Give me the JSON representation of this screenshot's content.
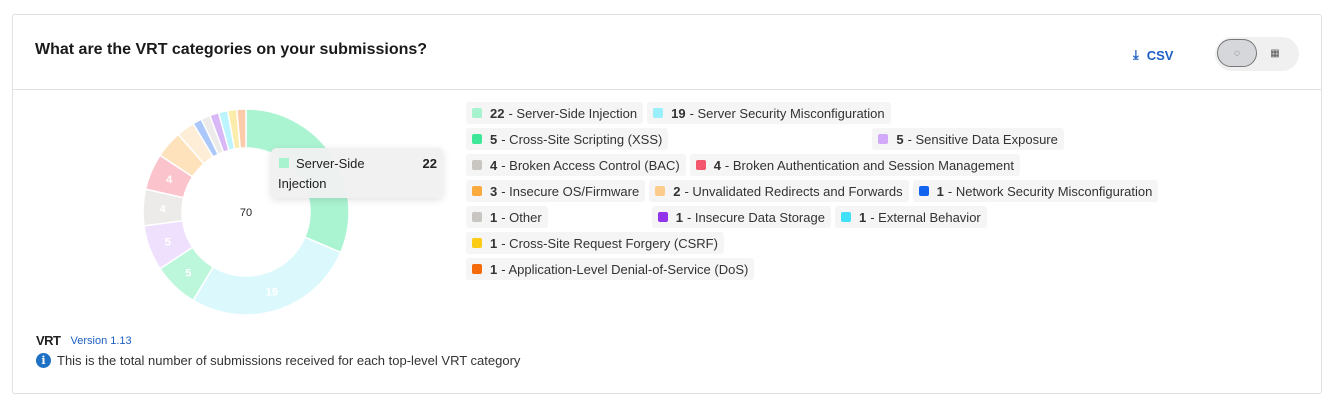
{
  "header": {
    "title": "What are the VRT categories on your submissions?",
    "csv_label": "CSV",
    "view_toggle": [
      "donut",
      "table"
    ]
  },
  "chart_data": {
    "type": "pie",
    "variant": "donut",
    "total": 70,
    "center_label": "70",
    "categories": [
      "Server-Side Injection",
      "Server Security Misconfiguration",
      "Cross-Site Scripting (XSS)",
      "Sensitive Data Exposure",
      "Broken Access Control (BAC)",
      "Broken Authentication and Session Management",
      "Insecure OS/Firmware",
      "Unvalidated Redirects and Forwards",
      "Network Security Misconfiguration",
      "Other",
      "Insecure Data Storage",
      "External Behavior",
      "Cross-Site Request Forgery (CSRF)",
      "Application-Level Denial-of-Service (DoS)"
    ],
    "values": [
      22,
      19,
      5,
      5,
      4,
      4,
      3,
      2,
      1,
      1,
      1,
      1,
      1,
      1
    ],
    "colors": [
      "#a7f3d0",
      "#99effa",
      "#3fe898",
      "#d1a9f8",
      "#c9c5c1",
      "#f4566d",
      "#fbab3d",
      "#fdcb8b",
      "#1262f0",
      "#c9c5c1",
      "#9334ea",
      "#3fe0f8",
      "#facc15",
      "#f56a0a"
    ],
    "legend_position": "right",
    "tooltip": {
      "name_line1": "Server-Side",
      "name_line2": "Injection",
      "value": "22"
    }
  },
  "footer": {
    "logo": "VRT",
    "version": "Version 1.13",
    "info": "This is the total number of submissions received for each top-level VRT category"
  }
}
